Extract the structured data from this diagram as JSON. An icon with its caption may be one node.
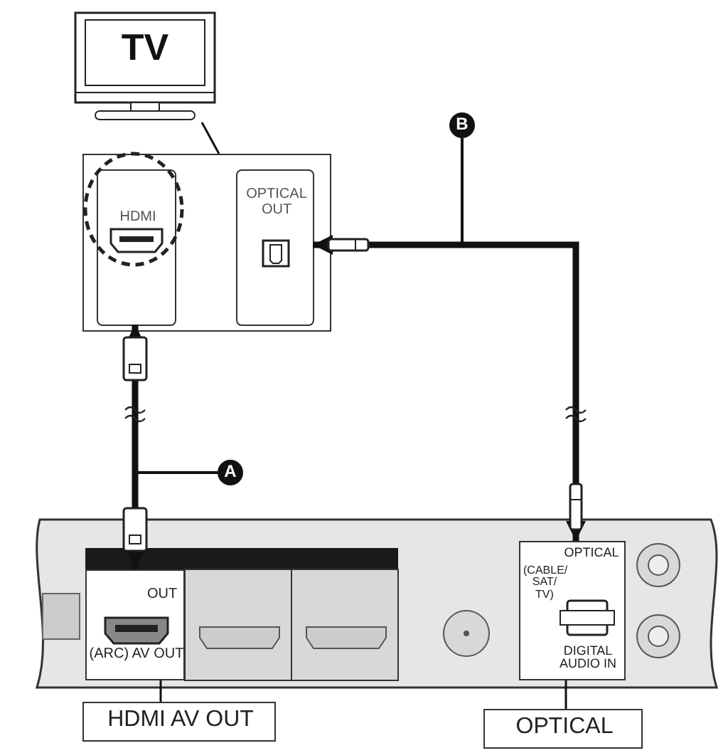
{
  "diagram": {
    "nodes": [
      {
        "text": [
          "TV"
        ]
      },
      {
        "text": [],
        "shape": "box"
      },
      {
        "text": [
          "HDMI"
        ],
        "in": 1
      },
      {
        "text": [
          "OPTICAL OUT"
        ],
        "in": 1
      },
      {
        "text": [
          "B"
        ]
      },
      {
        "text": [
          "A"
        ]
      },
      {
        "text": [],
        "shape": "box"
      },
      {
        "text": [
          "OUT",
          "(ARC) AV OUT"
        ],
        "in": 6
      },
      {
        "text": [
          "OPTICAL",
          "(CABLE/ SAT/ TV)",
          "DIGITAL AUDIO IN"
        ],
        "in": 6
      },
      {
        "text": [
          "HDMI AV OUT"
        ]
      },
      {
        "text": [
          "OPTICAL"
        ]
      }
    ],
    "edges": [
      {
        "from": 0,
        "to": 1,
        "arrow": "none"
      },
      {
        "from": 7,
        "to": 2,
        "arrow": "both",
        "style": "thick"
      },
      {
        "from": 8,
        "to": 3,
        "arrow": "both",
        "style": "thick"
      },
      {
        "from": 4,
        "to": null,
        "arrow": "none"
      },
      {
        "from": 5,
        "to": null,
        "arrow": "none"
      },
      {
        "from": 9,
        "to": 7,
        "arrow": "none"
      },
      {
        "from": 10,
        "to": 8,
        "arrow": "none"
      }
    ]
  }
}
